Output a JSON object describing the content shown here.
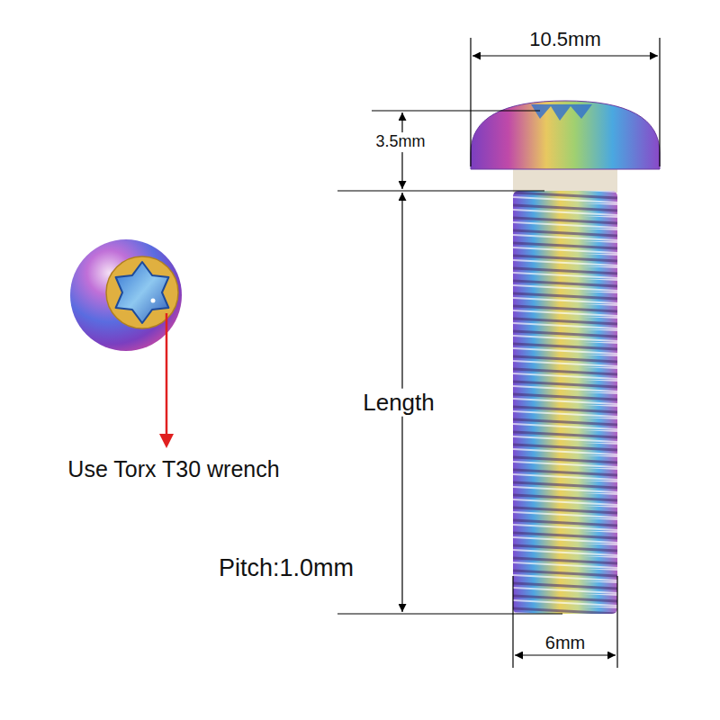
{
  "diagram": {
    "labels": [
      "10.5mm",
      "3.5mm",
      "Use Torx T30 wrench",
      "Length",
      "Pitch:1.0mm",
      "6mm"
    ]
  }
}
